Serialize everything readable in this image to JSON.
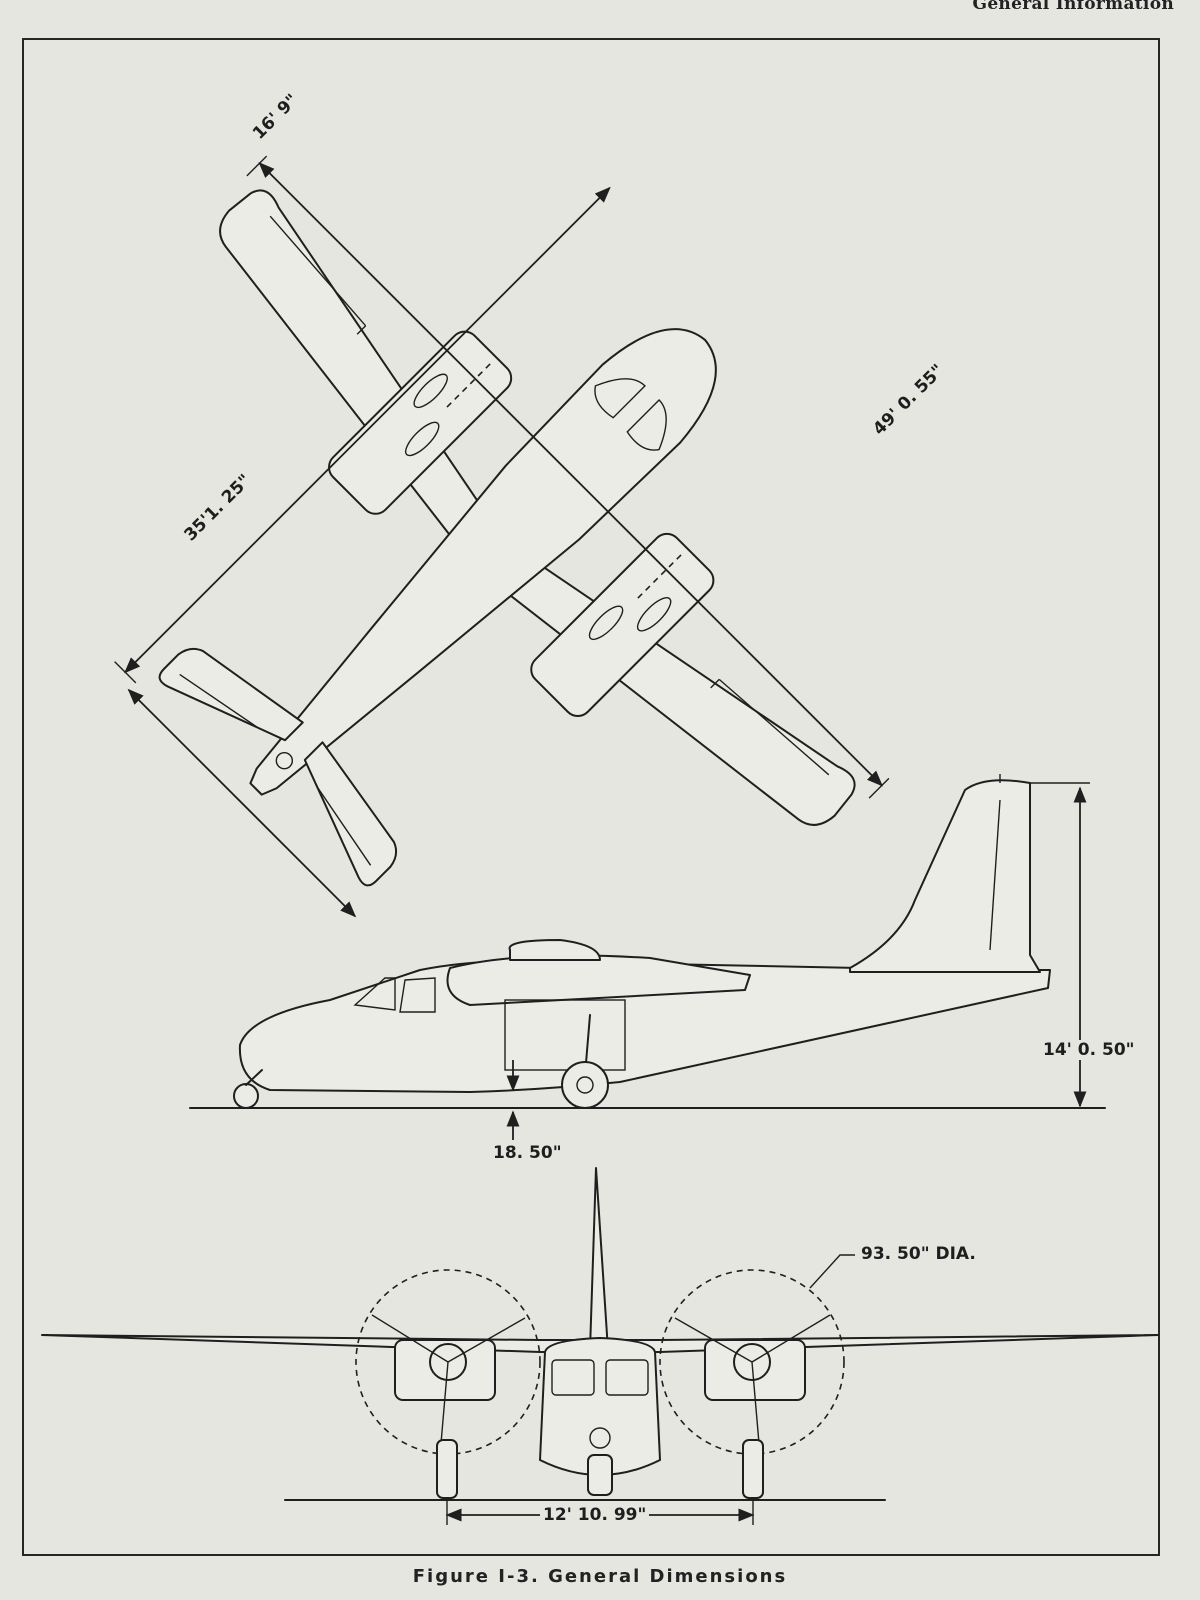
{
  "header": {
    "title": "General Information"
  },
  "dimensions": {
    "tail_span": "16' 9\"",
    "fuselage_length": "35'1. 25\"",
    "wing_span": "49' 0. 55\"",
    "height": "14' 0. 50\"",
    "ground_clearance": "18. 50\"",
    "prop_diameter": "93. 50\" DIA.",
    "wheel_track": "12' 10. 99\""
  },
  "caption": "Figure I-3.  General Dimensions"
}
